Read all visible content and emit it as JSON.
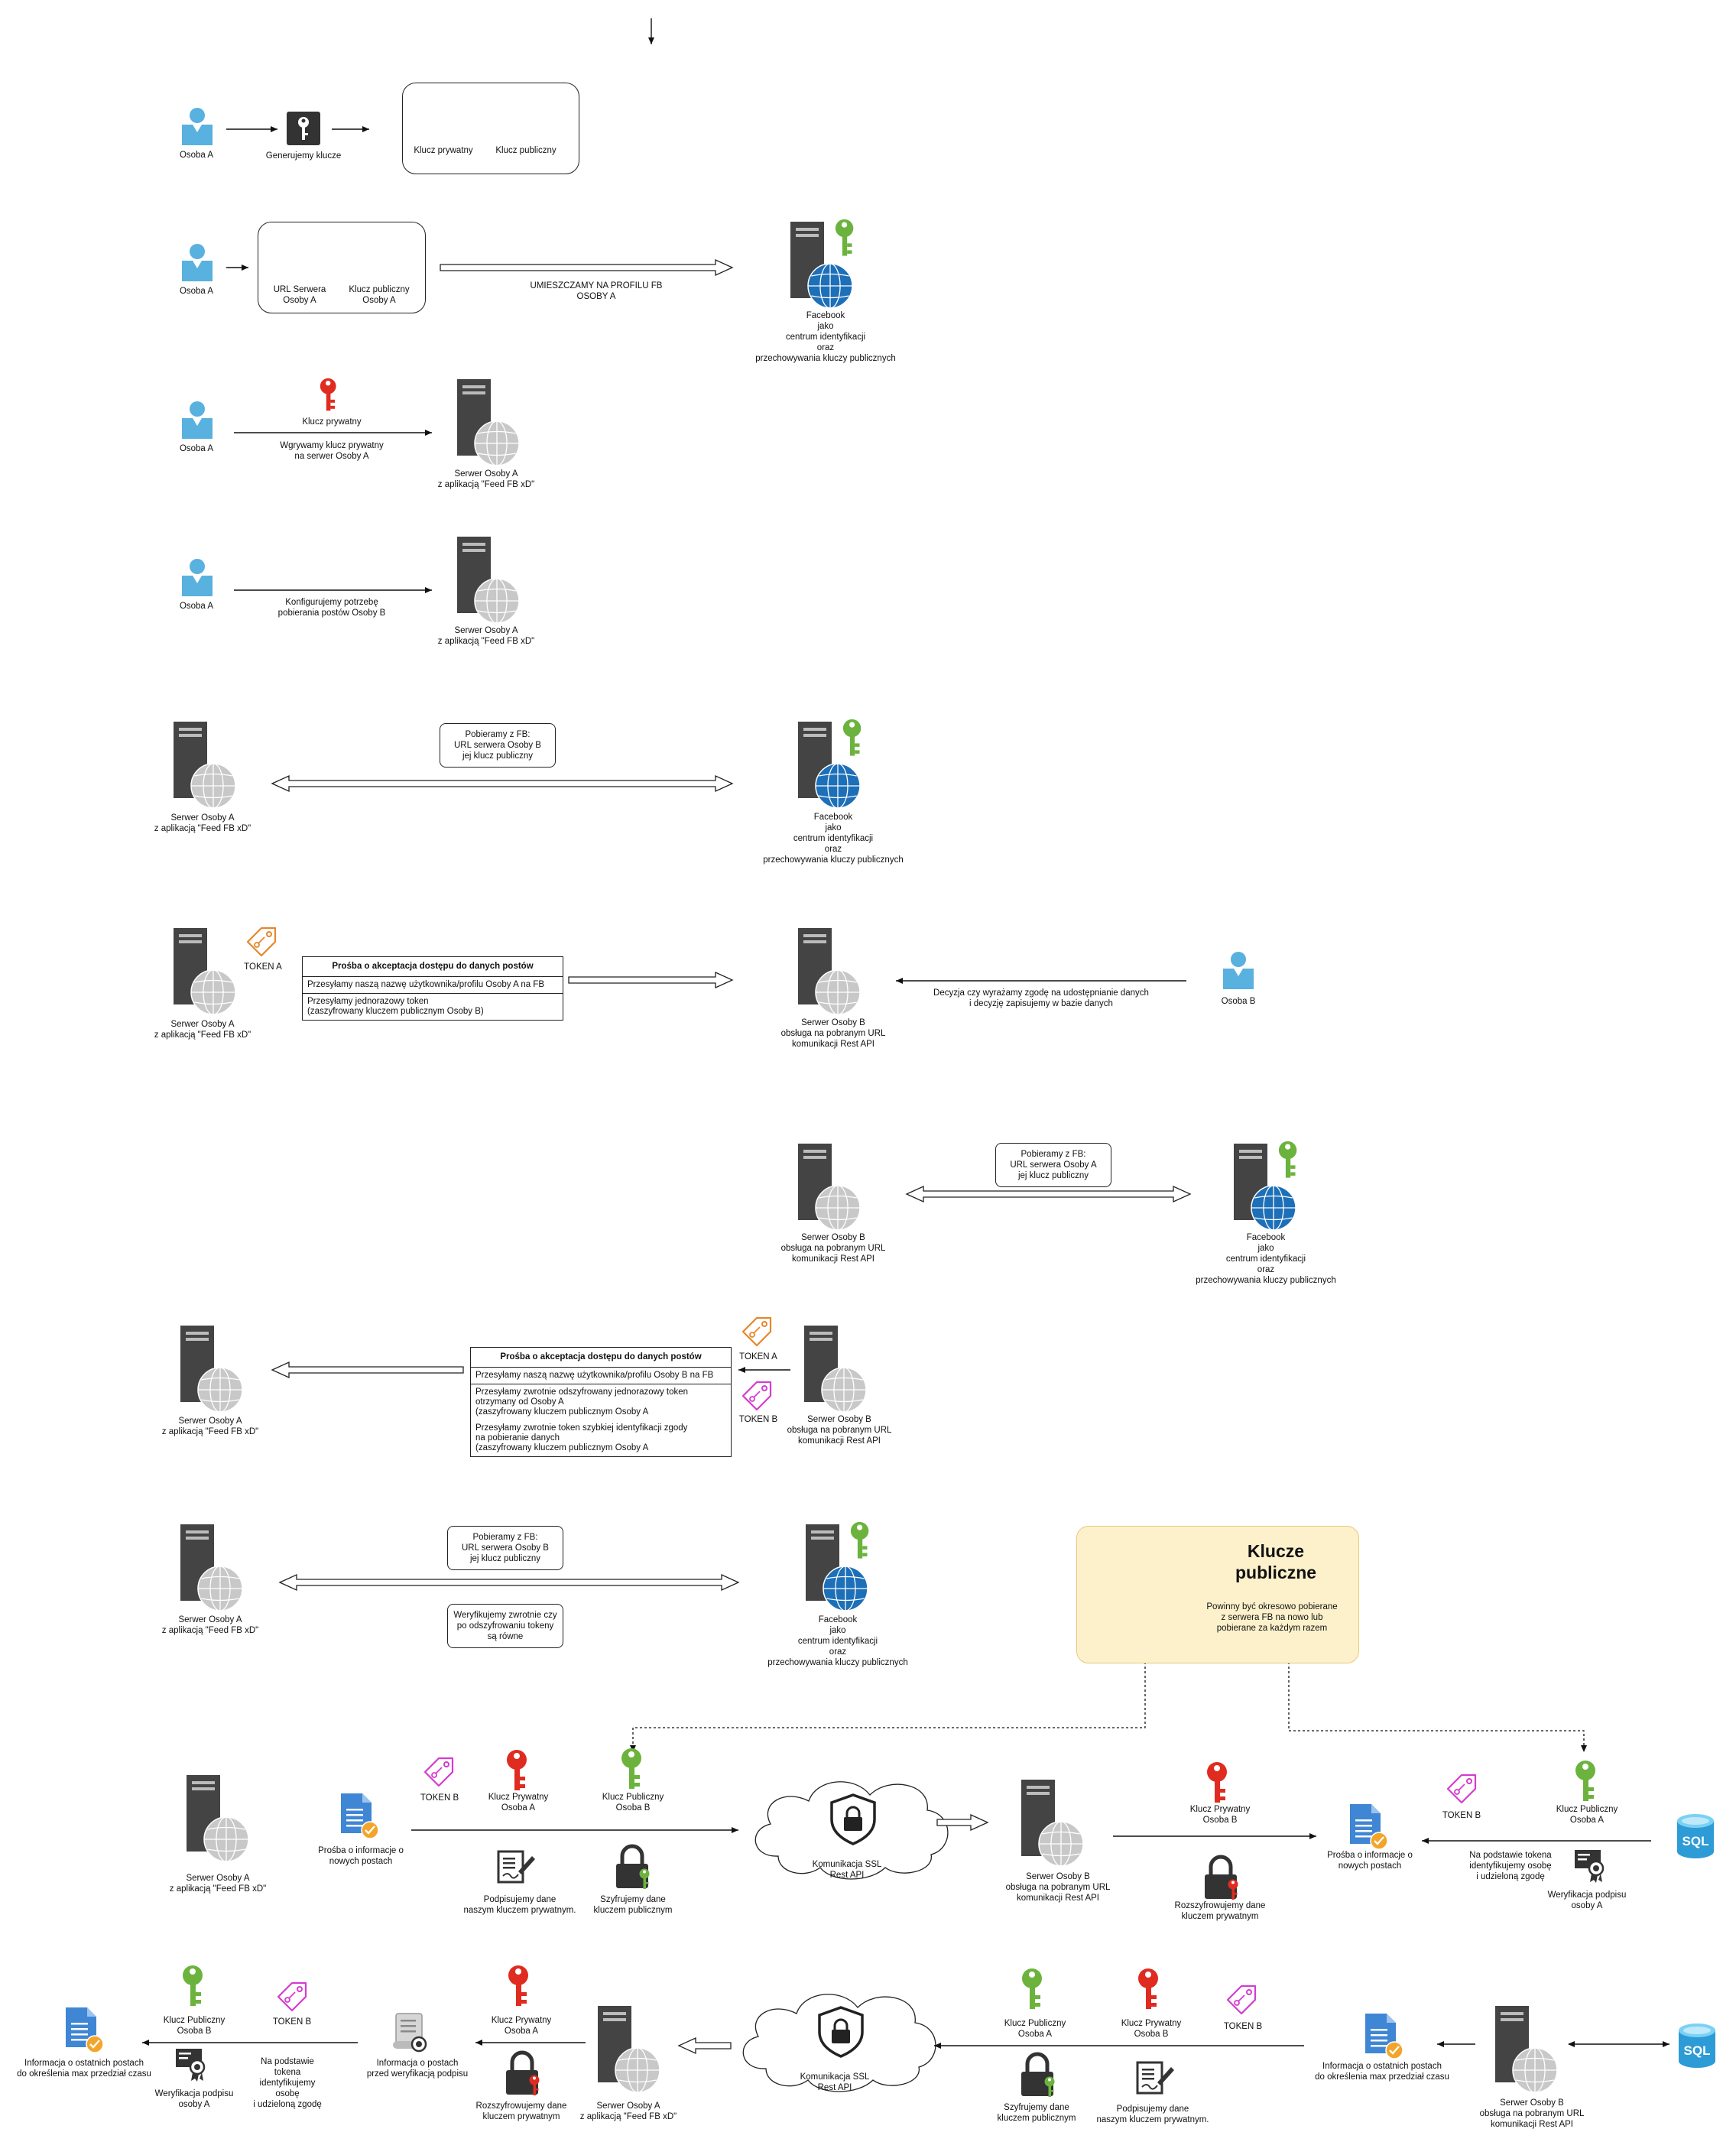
{
  "labels": {
    "osoba_a": "Osoba A",
    "osoba_b": "Osoba B",
    "generujemy": "Generujemy klucze",
    "klucz_prywatny": "Klucz prywatny",
    "klucz_publiczny": "Klucz publiczny",
    "url_serwera_a": "URL Serwera\nOsoby A",
    "klucz_publiczny_a": "Klucz publiczny\nOsoby A",
    "umieszczamy": "UMIESZCZAMY NA PROFILU FB\nOSOBY A",
    "facebook": "Facebook\njako\ncentrum identyfikacji\noraz\nprzechowywania kluczy publicznych",
    "wgrywamy": "Wgrywamy klucz prywatny\nna serwer Osoby A",
    "serwer_a": "Serwer Osoby A\nz aplikacją \"Feed FB xD\"",
    "konfigurujemy": "Konfigurujemy potrzebę\npobierania postów Osoby B",
    "pobieramy_b": "Pobieramy z FB:\nURL serwera Osoby B\njej klucz publiczny",
    "pobieramy_a": "Pobieramy z FB:\nURL serwera Osoby A\njej klucz publiczny",
    "token_a": "TOKEN A",
    "token_b": "TOKEN B",
    "serwer_b": "Serwer Osoby B\nobsługa na pobranym URL\nkomunikacji Rest API",
    "decyzja": "Decyzja czy wyrażamy zgodę na udostępnianie danych\ni decyzję zapisujemy w bazie danych",
    "weryfikujemy_token": "Weryfikujemy zwrotnie czy\npo odszyfrowaniu tokeny\nsą równe",
    "klucz_prywatny_a": "Klucz Prywatny\nOsoba A",
    "klucz_publiczny_b": "Klucz Publiczny\nOsoba B",
    "klucz_prywatny_b": "Klucz Prywatny\nOsoba B",
    "klucz_publiczny_osoba_a": "Klucz Publiczny\nOsoba A",
    "prosba_info": "Prośba o informacje o\nnowych postach",
    "podpisujemy": "Podpisujemy dane\nnaszym kluczem prywatnym.",
    "szyfrujemy": "Szyfrujemy dane\nkluczem publicznym",
    "ssl": "Komunikacja SSL\nRest API",
    "rozszyfrowujemy": "Rozszyfrowujemy dane\nkluczem prywatnym",
    "na_podstawie_b": "Na podstawie tokena\nidentyfikujemy  osobę\ni udzieloną zgodę",
    "weryfikacja_a": "Weryfikacja podpisu\nosoby A",
    "info_ostatnie": "Informacja o ostatnich postach\ndo określenia max przedział czasu",
    "na_podstawie_a": "Na podstawie\ntokena\nidentyfikujemy\nosobę\ni udzieloną zgodę",
    "info_przed": "Informacja o postach\nprzed weryfikacją podpisu",
    "sql": "SQL"
  },
  "request_a": {
    "title": "Prośba o akceptacja dostępu do danych postów",
    "row1": "Przesyłamy naszą nazwę użytkownika/profilu Osoby A na FB",
    "row2": "Przesyłamy jednorazowy token\n(zaszyfrowany kluczem publicznym Osoby B)"
  },
  "request_b": {
    "title": "Prośba o akceptacja dostępu do danych postów",
    "row1": "Przesyłamy naszą nazwę użytkownika/profilu Osoby B na FB",
    "row2": "Przesyłamy zwrotnie  odszyfrowany jednorazowy token\n  otrzymany od Osoby A\n  (zaszyfrowany kluczem publicznym Osoby A",
    "row3": "Przesyłamy zwrotnie  token szybkiej identyfikacji zgody\n  na pobieranie danych\n  (zaszyfrowany kluczem publicznym Osoby A"
  },
  "callout": {
    "title": "Klucze\npubliczne",
    "text": "Powinny być okresowo pobierane\nz serwera FB na nowo lub\npobierane za każdym razem"
  },
  "colors": {
    "person": "#58b1de",
    "server": "#444444",
    "globe_blue": "#1d6fb8",
    "globe_grey": "#c8c8c8",
    "key_red": "#e02b20",
    "key_green": "#6cb33e",
    "token_orange": "#e8862a",
    "token_pink": "#d63bd1",
    "doc_blue": "#3f86d4",
    "callout_bg": "#fdf1cc",
    "sql_blue": "#2d9bd6"
  }
}
